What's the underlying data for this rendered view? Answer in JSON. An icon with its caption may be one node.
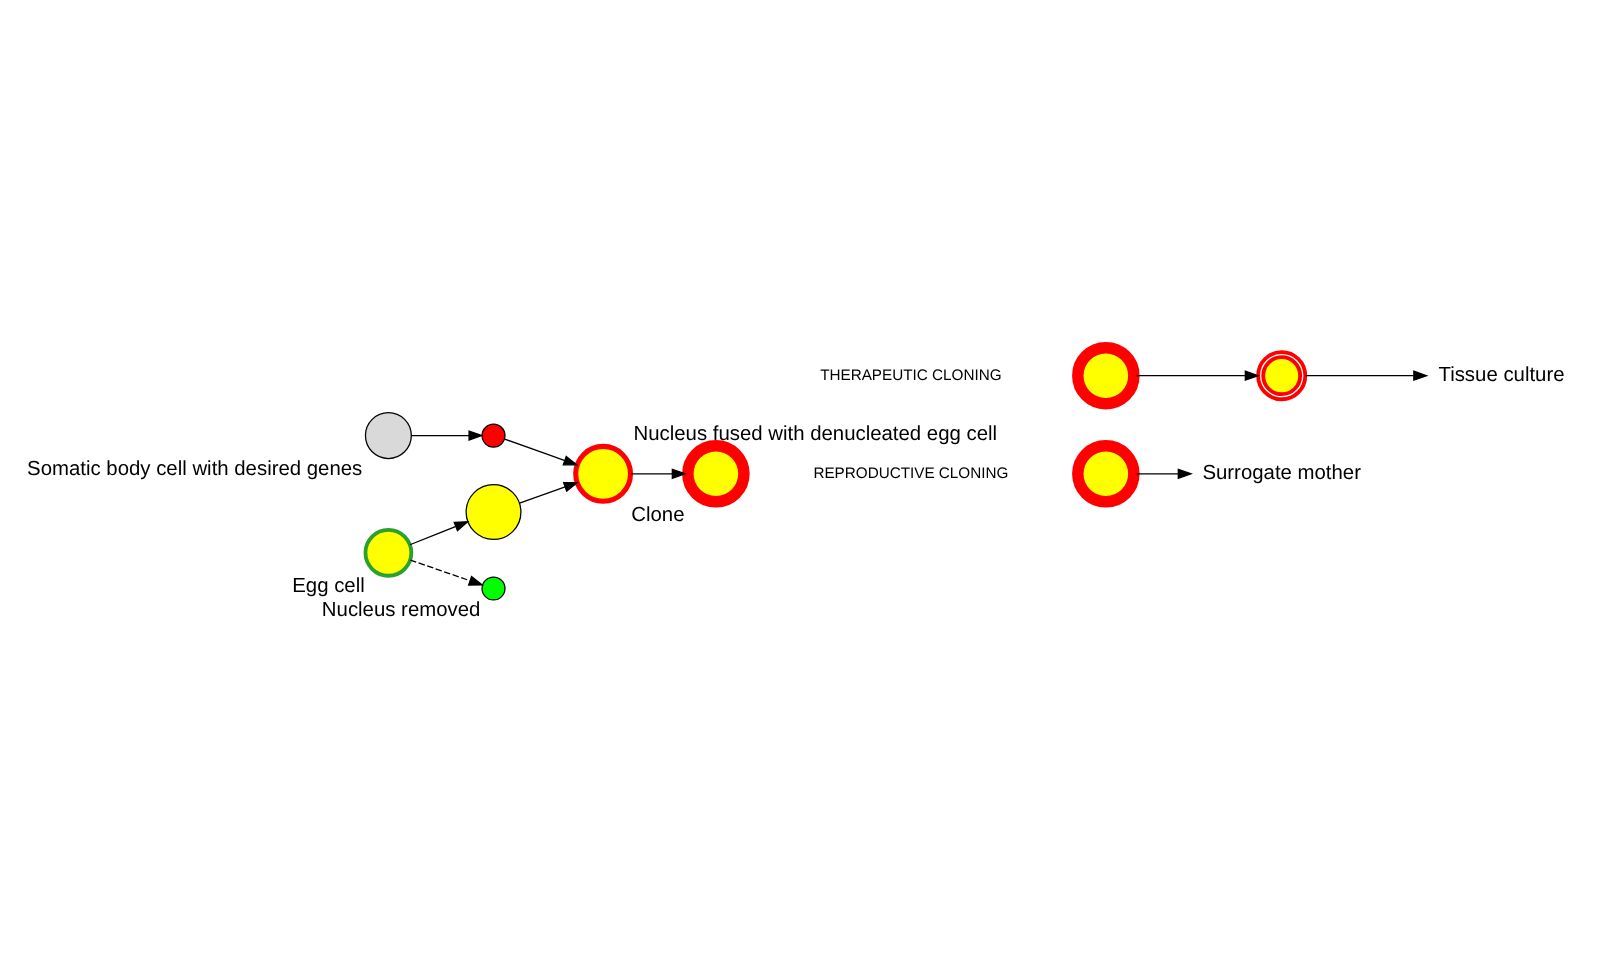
{
  "diagram": {
    "nodes": [
      {
        "text": [
          "Somatic body cell with desired genes"
        ]
      },
      {
        "text": [],
        "shape": "circle"
      },
      {
        "text": [
          "Egg cell"
        ]
      },
      {
        "text": [],
        "shape": "circle"
      },
      {
        "text": [],
        "shape": "circle",
        "beside": [
          "Nucleus removed"
        ]
      },
      {
        "text": [
          "Nucleus fused with denucleated egg cell"
        ]
      },
      {
        "text": [],
        "shape": "picture",
        "beside": [
          "Clone"
        ]
      },
      {
        "text": [],
        "shape": "picture"
      },
      {
        "text": [
          "Surrogate mother"
        ]
      },
      {
        "text": [],
        "shape": "picture"
      },
      {
        "text": [],
        "shape": "picture"
      },
      {
        "text": [
          "Tissue culture"
        ]
      }
    ],
    "edges": [
      {
        "from": 0,
        "to": 1,
        "arrow": "to"
      },
      {
        "from": 1,
        "to": 5,
        "arrow": "to"
      },
      {
        "from": 2,
        "to": 3,
        "arrow": "to"
      },
      {
        "from": 2,
        "to": 4,
        "arrow": "to",
        "style": "dashed"
      },
      {
        "from": 3,
        "to": 5,
        "arrow": "to"
      },
      {
        "from": 5,
        "to": 6,
        "arrow": "to"
      },
      {
        "from": 7,
        "to": 8,
        "arrow": "to"
      },
      {
        "from": 9,
        "to": 10,
        "arrow": "to"
      },
      {
        "from": 10,
        "to": 11,
        "arrow": "to"
      }
    ],
    "labels": [
      "REPRODUCTIVE CLONING",
      "THERAPEUTIC CLONING"
    ]
  }
}
